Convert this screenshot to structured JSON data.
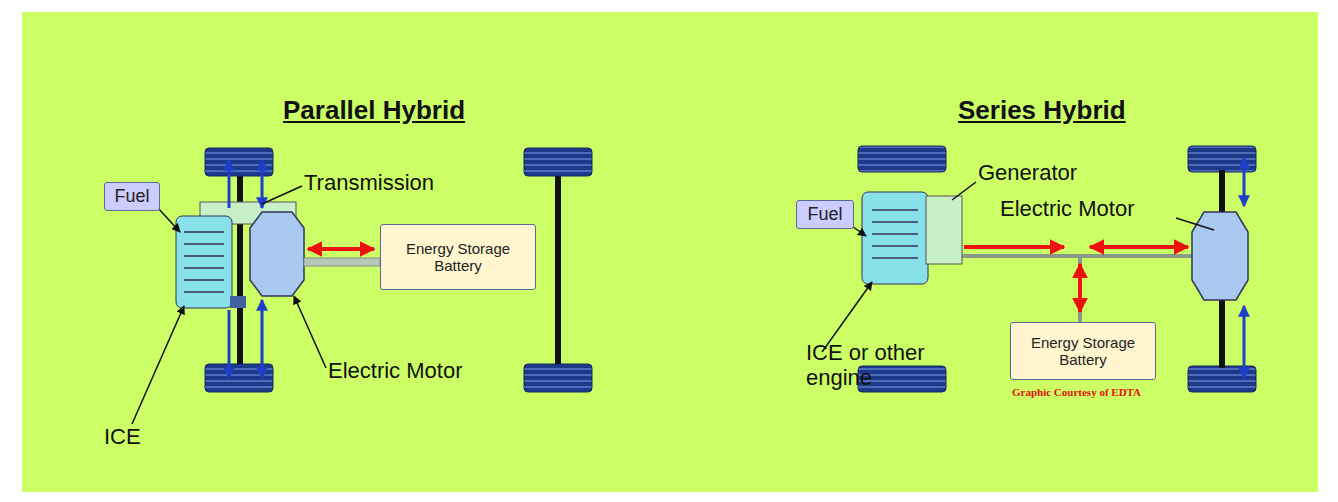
{
  "diagram": {
    "nodes": [
      {
        "text": [
          "Fuel"
        ]
      },
      {
        "text": [
          "Energy Storage Battery"
        ]
      },
      {
        "text": [
          "Fuel"
        ]
      },
      {
        "text": [
          "Energy Storage Battery"
        ]
      }
    ],
    "labels": [
      "Parallel Hybrid",
      "Transmission",
      "Electric Motor",
      "ICE",
      "Series Hybrid",
      "Generator",
      "Electric Motor",
      "ICE or other engine",
      "Graphic Courtesy of EDTA"
    ]
  }
}
